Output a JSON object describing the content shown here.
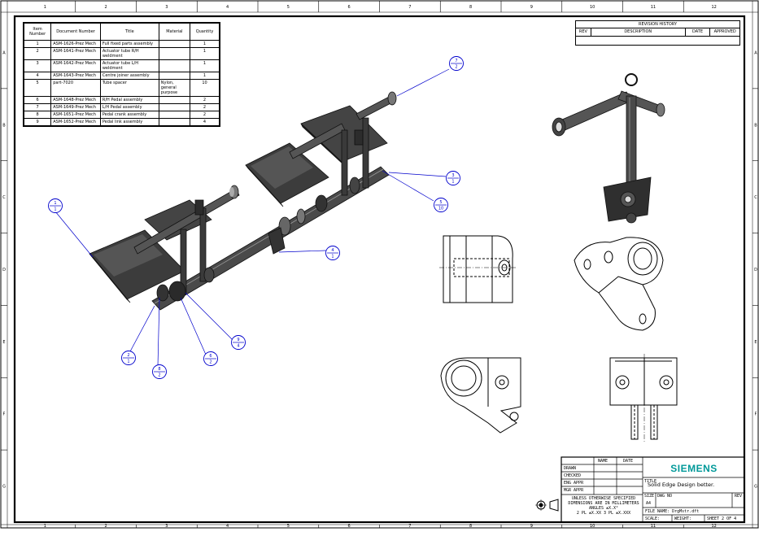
{
  "zones": {
    "columns": [
      "1",
      "2",
      "3",
      "4",
      "5",
      "6",
      "7",
      "8",
      "9",
      "10",
      "11",
      "12"
    ],
    "rows": [
      "A",
      "B",
      "C",
      "D",
      "E",
      "F",
      "G"
    ]
  },
  "bom": {
    "headers": [
      "Item Number",
      "Document Number",
      "Title",
      "Material",
      "Quantity"
    ],
    "rows": [
      {
        "item": "1",
        "doc": "ASM-1626-Prez Mech",
        "title": "Full fixed parts assembly",
        "material": "",
        "qty": "1"
      },
      {
        "item": "2",
        "doc": "ASM-1641-Prez Mech",
        "title": "Actuator tube R/H weldment",
        "material": "",
        "qty": "1"
      },
      {
        "item": "3",
        "doc": "ASM-1642-Prez Mech",
        "title": "Actuator tube L/H weldment",
        "material": "",
        "qty": "1"
      },
      {
        "item": "4",
        "doc": "ASM-1643-Prez Mech",
        "title": "Centre joiner assembly",
        "material": "",
        "qty": "1"
      },
      {
        "item": "5",
        "doc": "part-7020",
        "title": "Tube spacer",
        "material": "Nylon, general purpose",
        "qty": "10"
      },
      {
        "item": "6",
        "doc": "ASM-1648-Prez Mech",
        "title": "R/H Pedal assembly",
        "material": "",
        "qty": "2"
      },
      {
        "item": "7",
        "doc": "ASM-1649-Prez Mech",
        "title": "L/H Pedal assembly",
        "material": "",
        "qty": "2"
      },
      {
        "item": "8",
        "doc": "ASM-1651-Prez Mech",
        "title": "Pedal crank assembly",
        "material": "",
        "qty": "2"
      },
      {
        "item": "9",
        "doc": "ASM-1652-Prez Mech",
        "title": "Pedal link assembly",
        "material": "",
        "qty": "4"
      }
    ]
  },
  "revision": {
    "title": "REVISION HISTORY",
    "cols": [
      "REV",
      "DESCRIPTION",
      "DATE",
      "APPROVED"
    ]
  },
  "balloons": [
    {
      "top": "1",
      "bot": "1"
    },
    {
      "top": "7",
      "bot": "2"
    },
    {
      "top": "3",
      "bot": "1"
    },
    {
      "top": "5",
      "bot": "10"
    },
    {
      "top": "4",
      "bot": "1"
    },
    {
      "top": "9",
      "bot": "4"
    },
    {
      "top": "6",
      "bot": "2"
    },
    {
      "top": "8",
      "bot": "2"
    },
    {
      "top": "2",
      "bot": "1"
    }
  ],
  "title_block": {
    "col_name": "NAME",
    "col_date": "DATE",
    "rows": [
      "DRAWN",
      "CHECKED",
      "ENG APPR",
      "MGR APPR"
    ],
    "note_lines": [
      "UNLESS OTHERWISE SPECIFIED",
      "DIMENSIONS ARE IN MILLIMETERS",
      "ANGLES ±X.X°",
      "2 PL ±X.XX 3 PL ±X.XXX"
    ],
    "logo": "SIEMENS",
    "tagline": "Solid Edge Design better.",
    "title_label": "TITLE",
    "size_label": "SIZE",
    "size_value": "A4",
    "dwg_label": "DWG NO",
    "rev_label": "REV",
    "file_name": "FILE NAME: DrgMstr.dft",
    "scale": "SCALE:",
    "weight": "WEIGHT:",
    "sheet": "SHEET 2 OF 4"
  }
}
